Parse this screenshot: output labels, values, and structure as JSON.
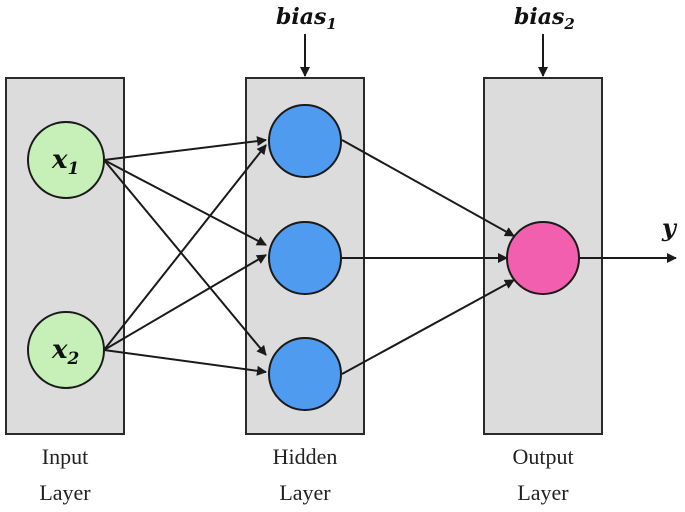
{
  "colors": {
    "input_node": "#c6f0b8",
    "hidden_node": "#4f9bf0",
    "output_node": "#f25fae",
    "panel": "#dcdcdc"
  },
  "layers": {
    "input": {
      "line1": "Input",
      "line2": "Layer"
    },
    "hidden": {
      "line1": "Hidden",
      "line2": "Layer"
    },
    "output": {
      "line1": "Output",
      "line2": "Layer"
    }
  },
  "inputs": [
    {
      "base": "x",
      "sub": "1"
    },
    {
      "base": "x",
      "sub": "2"
    }
  ],
  "bias": [
    {
      "base": "bias",
      "sub": "1"
    },
    {
      "base": "bias",
      "sub": "2"
    }
  ],
  "output_label": "y"
}
